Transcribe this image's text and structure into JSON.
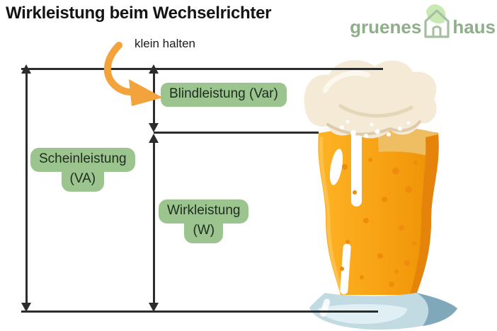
{
  "header": {
    "title": "Wirkleistung beim Wechselrichter"
  },
  "logo": {
    "part1": "gruenes",
    "part2": "haus",
    "text_color": "#8fae8a",
    "house_outline_color": "#a6bfa0",
    "leaf_color": "#c9e9b4"
  },
  "annotation": {
    "label": "klein halten",
    "arrow_color": "#f2a33c"
  },
  "diagram": {
    "line_color": "#2c2c2c",
    "label_bg_color": "#9cc48f",
    "label_text_color": "#1f2d1f",
    "labels": {
      "blindleistung": "Blindleistung (Var)",
      "scheinleistung_line1": "Scheinleistung",
      "scheinleistung_line2": "(VA)",
      "wirkleistung_line1": "Wirkleistung",
      "wirkleistung_line2": "(W)"
    }
  },
  "illustration": {
    "type": "beer-glass",
    "beer_color": "#f7a112",
    "beer_shadow_color": "#e5830a",
    "beer_highlight_color": "#fdb325",
    "foam_color": "#f4ead6",
    "foam_shadow_color": "#decbaa",
    "base_color": "#c2dbe2",
    "base_shadow_color": "#7fa8ba"
  }
}
